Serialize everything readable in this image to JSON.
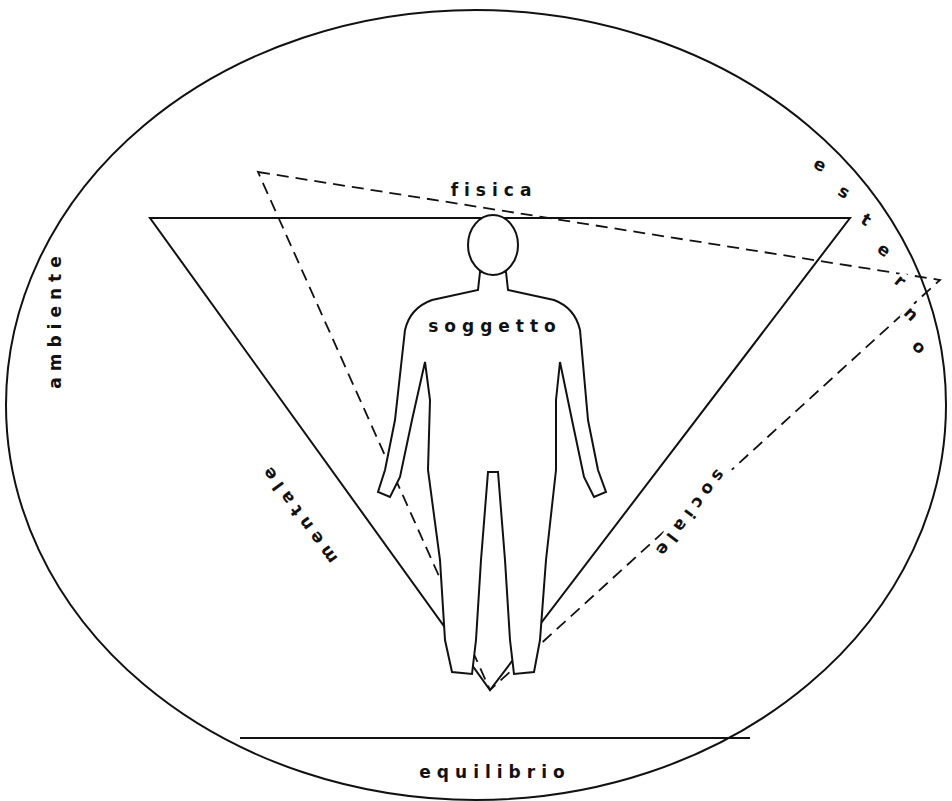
{
  "diagram": {
    "labels": [
      "fisica",
      "esterno",
      "ambiente",
      "soggetto",
      "mentale",
      "sociale",
      "equilibrio"
    ]
  }
}
